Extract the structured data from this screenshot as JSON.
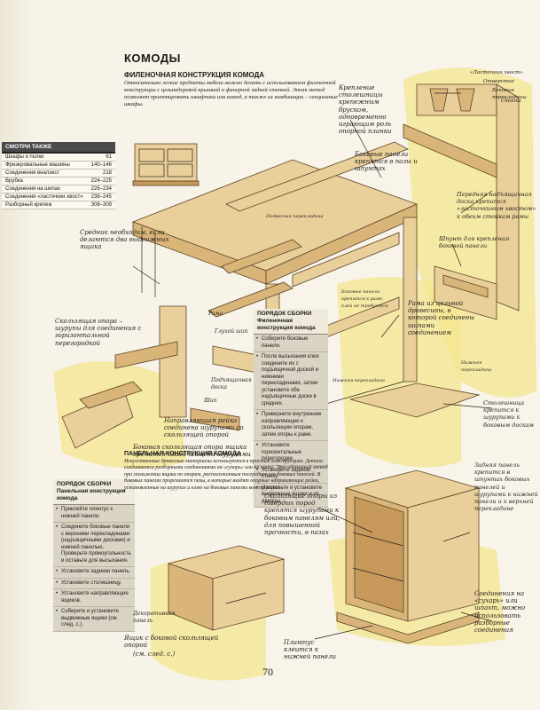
{
  "title": "КОМОДЫ",
  "frame_section": {
    "heading": "ФИЛЕНОЧНАЯ КОНСТРУКЦИЯ КОМОДА",
    "intro": "Относительно легкие предметы мебели можно делать с использованием филеночной конструкции с цельнодеревой крышкой и фанерной задней стенкой. Этот метод позволяет проектировать шкафчики или комод, а также их комбинации – секционные шкафы."
  },
  "see_also": {
    "header": "СМОТРИ ТАКЖЕ",
    "rows": [
      {
        "label": "Шкафы и полки",
        "pages": "61"
      },
      {
        "label": "Фрезеровальные машины",
        "pages": "140–146"
      },
      {
        "label": "Соединения вналзест",
        "pages": "218"
      },
      {
        "label": "Врубка",
        "pages": "224–225"
      },
      {
        "label": "Соединения на шипах",
        "pages": "226–234"
      },
      {
        "label": "Соединения «ласточкин хвост»",
        "pages": "238–245"
      },
      {
        "label": "Разборный крепеж",
        "pages": "308–309"
      }
    ]
  },
  "order_frame": {
    "heading": "ПОРЯДОК СБОРКИ",
    "subheading": "Филеночная конструкция комода",
    "steps": [
      "Соберите боковые панели.",
      "После высыхания клея соедините их с подъящичной доской и нижними перекладинами, затем установите обе надъящичные доски в средних.",
      "Приверните внутренние направляющие к скользящим опорам, затем опоры к раме.",
      "Установите горизонтальные перегородки.",
      "Установите заднюю стенку.",
      "Изготовьте и установите выдвижные ящики и их дверцы."
    ]
  },
  "order_panel": {
    "heading": "ПОРЯДОК СБОРКИ",
    "subheading": "Панельная конструкция комода",
    "steps": [
      "Приклейте плинтус к нижней панели.",
      "Соедините боковые панели с верхними перекладинами (надъящичными досками) и нижней панелью. Проверьте прямоугольность и оставьте для высыхания.",
      "Установите заднюю панель.",
      "Установите столешницу.",
      "Установите направляющие ящиков.",
      "Соберите и установите выдвижные ящики (см. след. с.)."
    ]
  },
  "panel_section": {
    "heading": "ПАНЕЛЬНАЯ КОНСТРУКЦИЯ КОМОДА",
    "text": "Искусственные древесные материалы используются в простых конструкциях. Детали соединяются разборными соединениями на «сухарь» или на шипы. Это идеальный метод при скольжении ящика по опорам, расположенным посередине его боковых панелей. В боковых панелях прорезаются пазы, в которые входят опорные направляющие рейки, установленные на шурупах и клею на боковых панелях конструкции."
  },
  "labels": {
    "dovetail": "«Ласточкин хвост»",
    "dowel": "Отверстие",
    "side_rail": "Боковые перекладины",
    "post": "Стойка",
    "attachment": "Крепление столешницы крепежным бруском, одновременно играющим роль опорной планки",
    "side_panels": "Боковые панели крепятся в пазы и шпунтах",
    "back_drawer": "Передняя надъящичная доска крепится «ласточкиным хвостом» к обеим стойкам рамы",
    "tenon": "Шпунт для крепления боковой панели",
    "divider": "Средник необходим, если делаются два выдвижных ящика",
    "frame": "Рама из цельной древесины, в которой соединены шипами соединением",
    "rear_rail": "Нижняя перекладина",
    "top": "Столешница крепится к шурупами к боковым доскам",
    "slide_support": "Скользящая опора – шурупы для соединения с горизонтальной перегородкой",
    "rama": "Рама",
    "blind_tenon": "Глухой шип",
    "shelf_board": "Подъящичная доска",
    "tenon2": "Шип",
    "guide_rail": "Направляющая рейка соединена шурупами со скользящей опорой",
    "side_support": "Боковая скользящая опора ящика крепится сзади шипами шурупами",
    "back_panel": "Задняя панель крепится в шпунтах боковых панелей и шурупами к нижней панели и к верхней перекладине",
    "slide_support2": "Скользящие опоры из твердых пород крепятся шурупами к боковым панелям или, для повышенной прочности, в пазах",
    "plinth": "Плинтус клеится к нижней панели",
    "decor": "Декоративная панель",
    "drawer": "Ящик с боковой скользящей опорой",
    "drawer_see": "(см. след. с.)",
    "joints": "Соединения на «сухарь» или шпахт, можно использовать разборные соединения",
    "note_small1": "Боковые панели крепятся к раме, клей не требуется",
    "note_small2": "Подвесная перекладина",
    "note_small3": "Нижняя перекладина"
  },
  "page_number": "70"
}
